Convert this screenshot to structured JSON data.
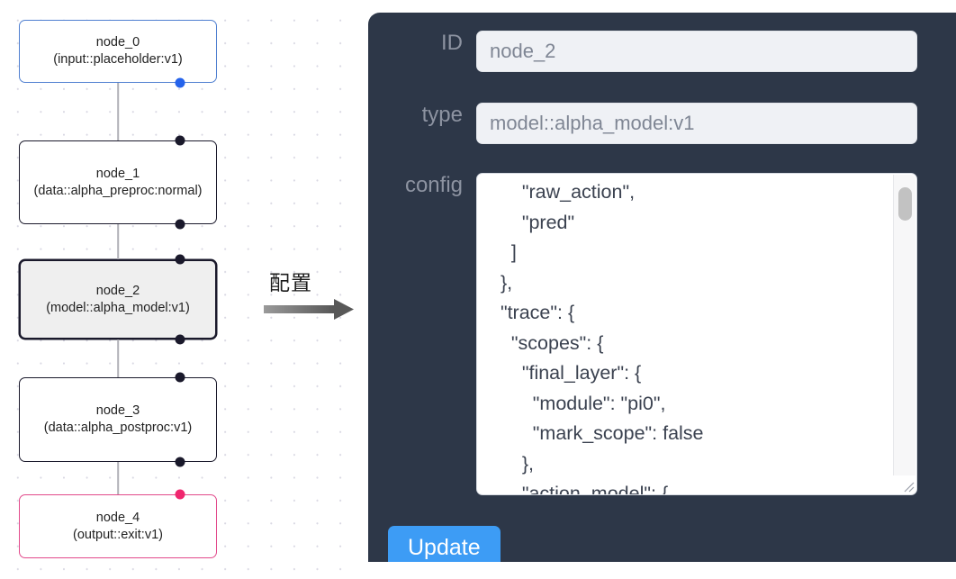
{
  "canvas": {
    "background_color": "#ffffff",
    "grid_dot_color": "#d9d8e3",
    "nodes": [
      {
        "id": "node_0",
        "type": "(input::placeholder:v1)",
        "variant": "input",
        "border_color": "#4f7fd0",
        "handle_color": "#2563eb"
      },
      {
        "id": "node_1",
        "type": "(data::alpha_preproc:normal)",
        "variant": "default",
        "border_color": "#1a192b",
        "handle_color": "#1a192b"
      },
      {
        "id": "node_2",
        "type": "(model::alpha_model:v1)",
        "variant": "selected",
        "border_color": "#1a192b",
        "handle_color": "#1a192b"
      },
      {
        "id": "node_3",
        "type": "(data::alpha_postproc:v1)",
        "variant": "default",
        "border_color": "#1a192b",
        "handle_color": "#1a192b"
      },
      {
        "id": "node_4",
        "type": "(output::exit:v1)",
        "variant": "output",
        "border_color": "#e24a8b",
        "handle_color": "#f0266e"
      }
    ]
  },
  "transition": {
    "label": "配置",
    "arrow_color": "#6b6b6b"
  },
  "panel": {
    "background_color": "#2d3748",
    "fields": {
      "id": {
        "label": "ID",
        "value": "node_2",
        "placeholder": "node_2"
      },
      "type": {
        "label": "type",
        "value": "model::alpha_model:v1",
        "placeholder": "model::alpha_model:v1"
      },
      "config": {
        "label": "config",
        "value": "      \"raw_action\",\n      \"pred\"\n    ]\n  },\n  \"trace\": {\n    \"scopes\": {\n      \"final_layer\": {\n        \"module\": \"pi0\",\n        \"mark_scope\": false\n      },\n      \"action_model\": {",
        "placeholder": "config"
      }
    },
    "update_button": {
      "label": "Update",
      "color": "#3d9cf5"
    }
  }
}
